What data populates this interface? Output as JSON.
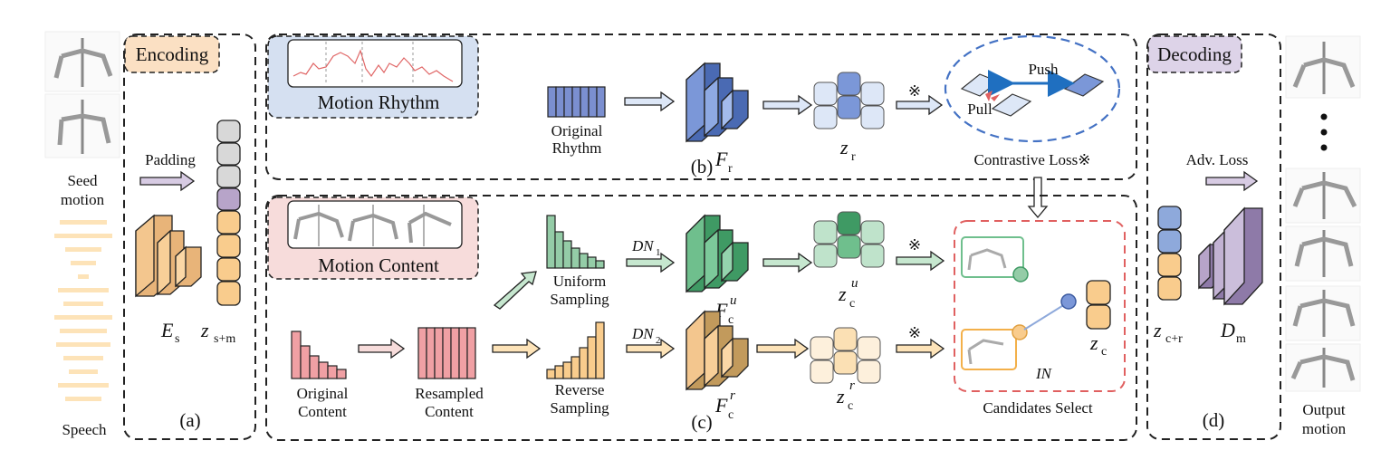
{
  "left": {
    "seed_label_1": "Seed",
    "seed_label_2": "motion",
    "speech_label": "Speech"
  },
  "panel_a": {
    "title": "Encoding",
    "padding_label": "Padding",
    "encoder_symbol": "E",
    "encoder_sub": "s",
    "latent_symbol": "z",
    "latent_sub": "s+m",
    "panel_id": "(a)"
  },
  "panel_b": {
    "title": "Motion Rhythm",
    "input_label_1": "Original",
    "input_label_2": "Rhythm",
    "network_symbol": "F",
    "network_sub": "r",
    "latent_symbol": "z",
    "latent_sub": "r",
    "mark": "※",
    "push_label": "Push",
    "pull_label": "Pull",
    "loss_label": "Contrastive Loss※",
    "panel_id": "(b)"
  },
  "panel_c": {
    "title": "Motion Content",
    "orig_label_1": "Original",
    "orig_label_2": "Content",
    "resampled_label_1": "Resampled",
    "resampled_label_2": "Content",
    "uniform_label_1": "Uniform",
    "uniform_label_2": "Sampling",
    "reverse_label_1": "Reverse",
    "reverse_label_2": "Sampling",
    "dn1_symbol": "DN",
    "dn1_sub": "1",
    "dn2_symbol": "DN",
    "dn2_sub": "2",
    "net_u_symbol": "F",
    "net_u_sub": "c",
    "net_u_sup": "u",
    "net_r_symbol": "F",
    "net_r_sub": "c",
    "net_r_sup": "r",
    "lat_u_symbol": "z",
    "lat_u_sub": "c",
    "lat_u_sup": "u",
    "lat_r_symbol": "z",
    "lat_r_sub": "c",
    "lat_r_sup": "r",
    "mark_u": "※",
    "mark_r": "※",
    "zc_symbol": "z",
    "zc_sub": "c",
    "in_label": "IN",
    "candidates_label": "Candidates Select",
    "panel_id": "(c)"
  },
  "panel_d": {
    "title": "Decoding",
    "adv_loss_label": "Adv. Loss",
    "latent_symbol": "z",
    "latent_sub": "c+r",
    "decoder_symbol": "D",
    "decoder_sub": "m",
    "panel_id": "(d)",
    "output_label_1": "Output",
    "output_label_2": "motion"
  },
  "colors": {
    "orange": "#f9cc8d",
    "orange_dark": "#d4a56b",
    "blue": "#8ea9db",
    "blue_dark": "#4a6ab3",
    "green": "#94cca7",
    "green_dark": "#3f9a64",
    "pink": "#f0a0a4",
    "purple": "#b7a4c9",
    "gray": "#d8d8d8"
  }
}
